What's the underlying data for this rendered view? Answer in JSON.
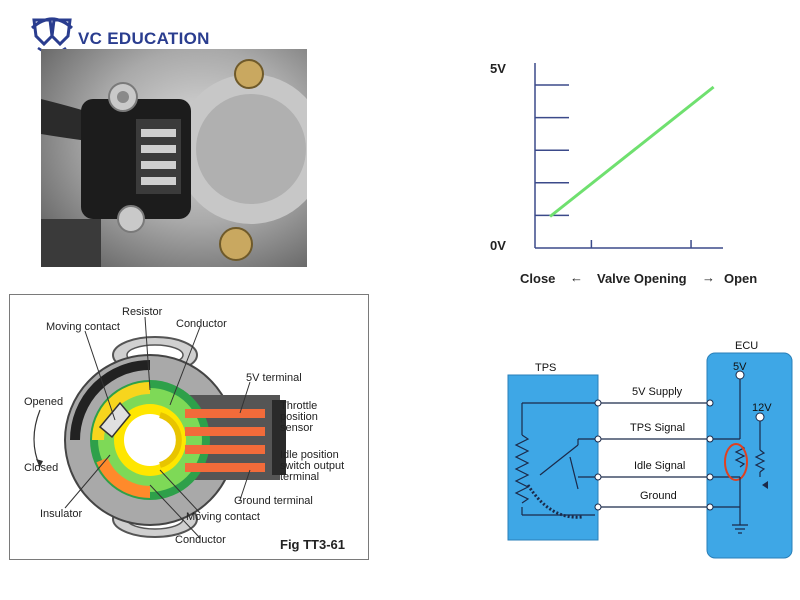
{
  "logo": {
    "text": "VC EDUCATION",
    "color": "#2a3d8f"
  },
  "diagram": {
    "labels": {
      "resistor": "Resistor",
      "moving_contact_top": "Moving contact",
      "conductor_top": "Conductor",
      "terminal_5v": "5V terminal",
      "tps_line1": "Throttle",
      "tps_line2": "position",
      "tps_line3": "sensor",
      "opened": "Opened",
      "closed": "Closed",
      "idle_line1": "Idle position",
      "idle_line2": "switch output",
      "idle_line3": "terminal",
      "ground_terminal": "Ground terminal",
      "insulator": "Insulator",
      "moving_contact_bottom": "Moving contact",
      "conductor_bottom": "Conductor"
    },
    "caption": "Fig TT3-61"
  },
  "chart_data": {
    "type": "line",
    "y_top_label": "5V",
    "y_bottom_label": "0V",
    "x_left_label": "Close",
    "x_middle_label": "Valve Opening",
    "x_right_label": "Open",
    "series": [
      {
        "x": [
          0.08,
          0.95
        ],
        "y": [
          0.9,
          4.6
        ]
      }
    ],
    "xlim": [
      0,
      1
    ],
    "ylim": [
      0,
      5
    ],
    "line_color": "#6fe06f",
    "ticks_left": 5,
    "ticks_bottom": 2
  },
  "circuit": {
    "tps_label": "TPS",
    "ecu_label": "ECU",
    "supply_label": "5V Supply",
    "signal_label": "TPS Signal",
    "idle_label": "Idle Signal",
    "ground_label": "Ground",
    "v5_label": "5V",
    "v12_label": "12V",
    "box_color": "#3ea7e6"
  }
}
